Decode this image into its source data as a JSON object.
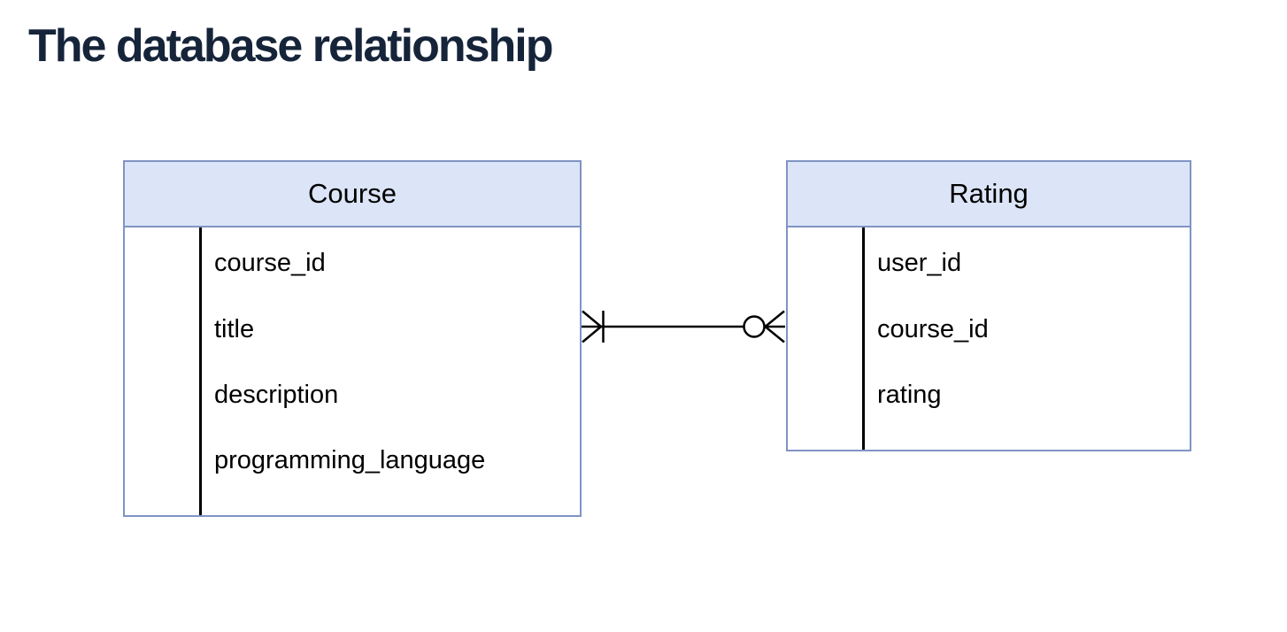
{
  "title": "The database relationship",
  "entities": [
    {
      "name": "Course",
      "attributes": [
        "course_id",
        "title",
        "description",
        "programming_language"
      ]
    },
    {
      "name": "Rating",
      "attributes": [
        "user_id",
        "course_id",
        "rating"
      ]
    }
  ],
  "relationship": {
    "from": "Course",
    "to": "Rating",
    "from_cardinality": "one-or-many",
    "to_cardinality": "zero-or-many"
  },
  "colors": {
    "entity_header_fill": "#dce5f7",
    "entity_border": "#8094c4",
    "title_text": "#16243a",
    "line": "#000000",
    "bg": "#ffffff"
  }
}
